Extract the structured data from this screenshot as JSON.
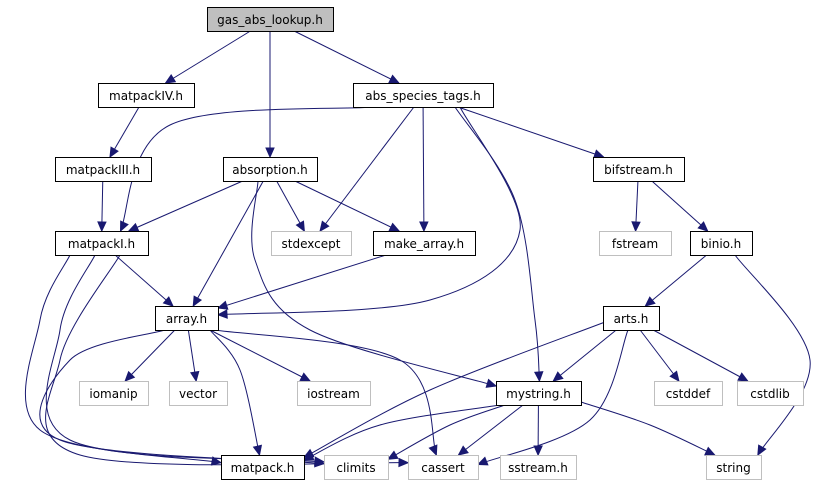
{
  "graph": {
    "nodes": [
      {
        "id": "gas_abs_lookup",
        "label": "gas_abs_lookup.h",
        "kind": "root"
      },
      {
        "id": "matpackIV",
        "label": "matpackIV.h",
        "kind": "local"
      },
      {
        "id": "abs_species_tags",
        "label": "abs_species_tags.h",
        "kind": "local"
      },
      {
        "id": "matpackIII",
        "label": "matpackIII.h",
        "kind": "local"
      },
      {
        "id": "absorption",
        "label": "absorption.h",
        "kind": "local"
      },
      {
        "id": "bifstream",
        "label": "bifstream.h",
        "kind": "local"
      },
      {
        "id": "matpackI",
        "label": "matpackI.h",
        "kind": "local"
      },
      {
        "id": "stdexcept",
        "label": "stdexcept",
        "kind": "system"
      },
      {
        "id": "make_array",
        "label": "make_array.h",
        "kind": "local"
      },
      {
        "id": "fstream",
        "label": "fstream",
        "kind": "system"
      },
      {
        "id": "binio",
        "label": "binio.h",
        "kind": "local"
      },
      {
        "id": "array",
        "label": "array.h",
        "kind": "local"
      },
      {
        "id": "arts",
        "label": "arts.h",
        "kind": "local"
      },
      {
        "id": "iomanip",
        "label": "iomanip",
        "kind": "system"
      },
      {
        "id": "vector",
        "label": "vector",
        "kind": "system"
      },
      {
        "id": "iostream",
        "label": "iostream",
        "kind": "system"
      },
      {
        "id": "mystring",
        "label": "mystring.h",
        "kind": "local"
      },
      {
        "id": "cstddef",
        "label": "cstddef",
        "kind": "system"
      },
      {
        "id": "cstdlib",
        "label": "cstdlib",
        "kind": "system"
      },
      {
        "id": "matpack",
        "label": "matpack.h",
        "kind": "local"
      },
      {
        "id": "climits",
        "label": "climits",
        "kind": "system"
      },
      {
        "id": "cassert",
        "label": "cassert",
        "kind": "system"
      },
      {
        "id": "sstream",
        "label": "sstream.h",
        "kind": "system"
      },
      {
        "id": "string",
        "label": "string",
        "kind": "system"
      }
    ],
    "edges": [
      [
        "gas_abs_lookup",
        "matpackIV"
      ],
      [
        "gas_abs_lookup",
        "absorption"
      ],
      [
        "gas_abs_lookup",
        "abs_species_tags"
      ],
      [
        "matpackIV",
        "matpackIII"
      ],
      [
        "matpackIII",
        "matpackI"
      ],
      [
        "abs_species_tags",
        "matpackI"
      ],
      [
        "abs_species_tags",
        "stdexcept"
      ],
      [
        "abs_species_tags",
        "make_array"
      ],
      [
        "abs_species_tags",
        "array"
      ],
      [
        "abs_species_tags",
        "mystring"
      ],
      [
        "abs_species_tags",
        "bifstream"
      ],
      [
        "absorption",
        "matpackI"
      ],
      [
        "absorption",
        "array"
      ],
      [
        "absorption",
        "stdexcept"
      ],
      [
        "absorption",
        "make_array"
      ],
      [
        "absorption",
        "mystring"
      ],
      [
        "bifstream",
        "fstream"
      ],
      [
        "bifstream",
        "binio"
      ],
      [
        "matpackI",
        "array"
      ],
      [
        "matpackI",
        "matpack"
      ],
      [
        "matpackI",
        "climits"
      ],
      [
        "matpackI",
        "cassert"
      ],
      [
        "make_array",
        "array"
      ],
      [
        "binio",
        "arts"
      ],
      [
        "binio",
        "string"
      ],
      [
        "array",
        "iomanip"
      ],
      [
        "array",
        "vector"
      ],
      [
        "array",
        "iostream"
      ],
      [
        "array",
        "matpack"
      ],
      [
        "array",
        "climits"
      ],
      [
        "array",
        "cassert"
      ],
      [
        "arts",
        "mystring"
      ],
      [
        "arts",
        "matpack"
      ],
      [
        "arts",
        "cassert"
      ],
      [
        "arts",
        "cstddef"
      ],
      [
        "arts",
        "cstdlib"
      ],
      [
        "mystring",
        "matpack"
      ],
      [
        "mystring",
        "climits"
      ],
      [
        "mystring",
        "cassert"
      ],
      [
        "mystring",
        "sstream"
      ],
      [
        "mystring",
        "string"
      ]
    ]
  }
}
